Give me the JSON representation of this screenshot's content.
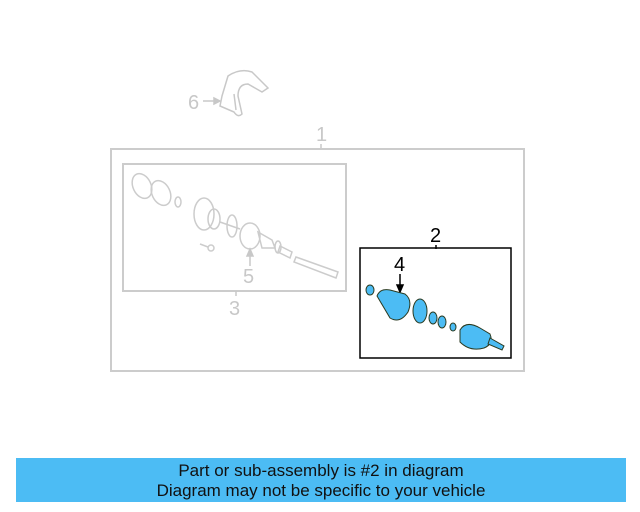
{
  "diagram": {
    "callouts": {
      "c1": "1",
      "c2": "2",
      "c3": "3",
      "c4": "4",
      "c5": "5",
      "c6": "6"
    },
    "highlight_color": "#4cbcf4",
    "faded_color": "#cccccc"
  },
  "banner": {
    "line1": "Part or sub-assembly is #2 in diagram",
    "line2": "Diagram may not be specific to your vehicle",
    "color": "#4cbcf4"
  }
}
